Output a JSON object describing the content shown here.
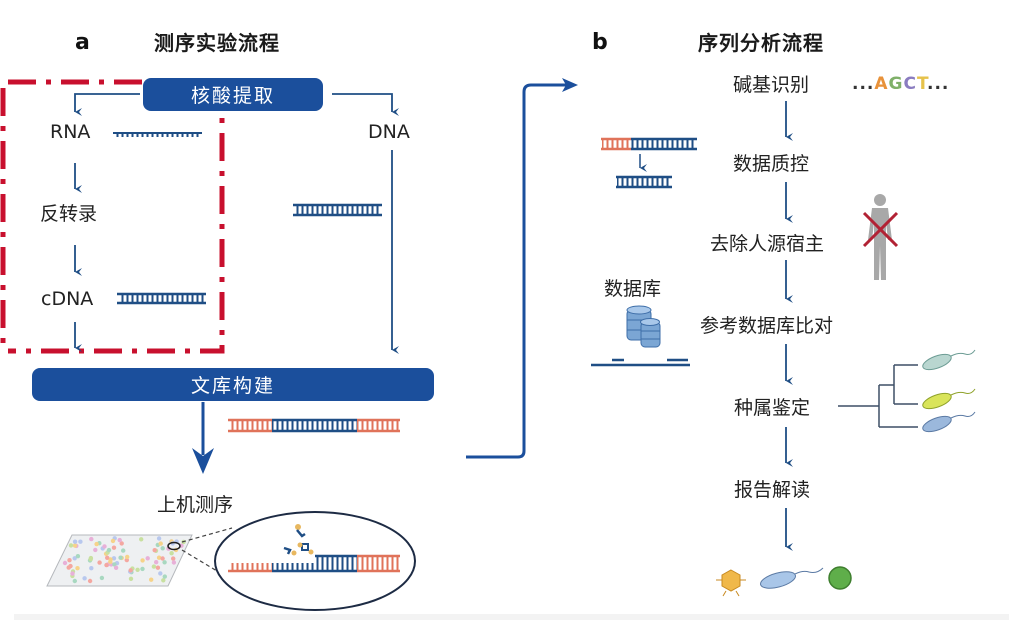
{
  "panel_a": {
    "letter": "a",
    "title": "测序实验流程",
    "extraction_box": "核酸提取",
    "rna_label": "RNA",
    "reverse_transcription": "反转录",
    "cdna_label": "cDNA",
    "dna_label": "DNA",
    "library_box": "文库构建",
    "sequencing_label": "上机测序"
  },
  "panel_b": {
    "letter": "b",
    "title": "序列分析流程",
    "steps": [
      "碱基识别",
      "数据质控",
      "去除人源宿主",
      "参考数据库比对",
      "种属鉴定",
      "报告解读"
    ],
    "base_sequence": {
      "prefix": "...",
      "bases": [
        {
          "char": "A",
          "color": "#e8923a"
        },
        {
          "char": "G",
          "color": "#7fb069"
        },
        {
          "char": "C",
          "color": "#8a7cc0"
        },
        {
          "char": "T",
          "color": "#e6c24a"
        }
      ],
      "suffix": "..."
    },
    "database_label": "数据库"
  },
  "colors": {
    "primary_blue": "#1b4f9c",
    "arrow_blue": "#1f4e85",
    "highlight_red": "#c8102e",
    "adapter_orange": "#e0735a",
    "human_gray": "#a8a8a8"
  }
}
